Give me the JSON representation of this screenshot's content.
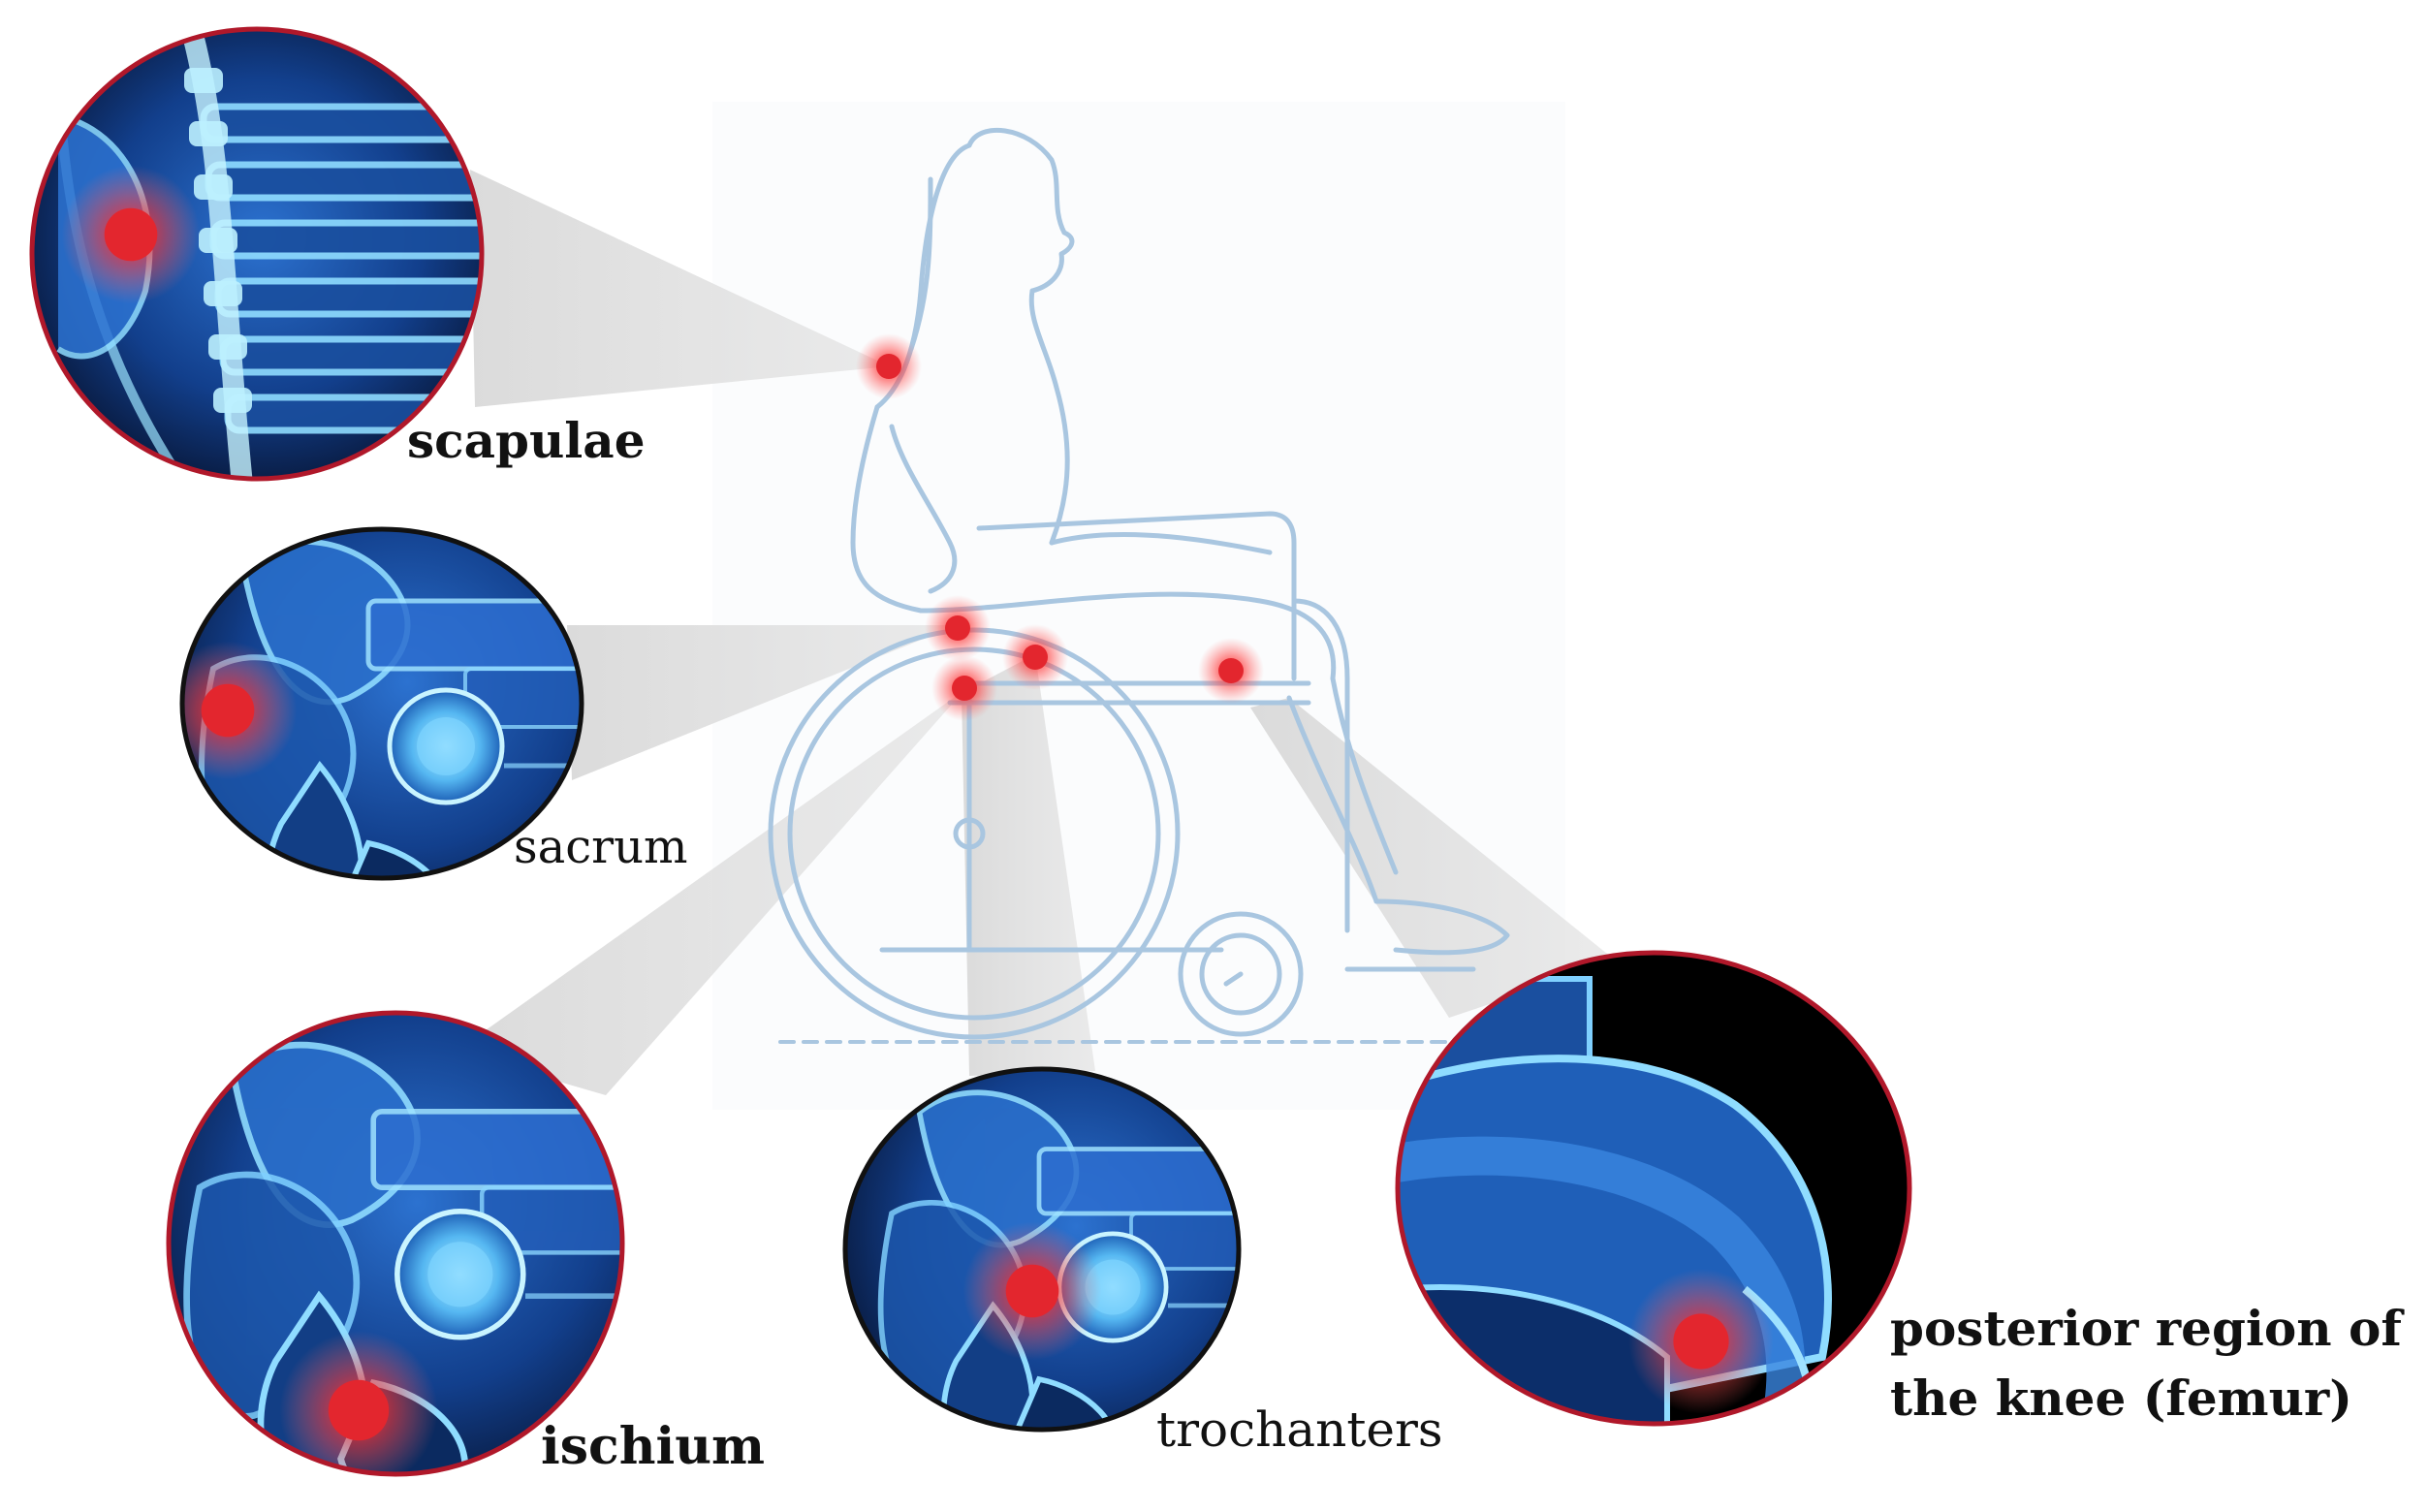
{
  "labels": {
    "scapulae": "scapulae",
    "sacrum": "sacrum",
    "ischium": "ischium",
    "trochanters": "trochanters",
    "knee_line1": "posterior region of",
    "knee_line2": "the knee (femur)"
  },
  "colors": {
    "figure_outline": "#a9c6e0",
    "pressure_point": "#e3262e",
    "callout_rim": "#b0182a",
    "xray_glow": "#7fd8ff",
    "xray_blue": "#1f5fb8",
    "beam": "#d7d7d7"
  },
  "icons": {
    "pressure_marker": "red-glow-dot-icon",
    "wheelchair": "wheelchair-user-illustration"
  }
}
